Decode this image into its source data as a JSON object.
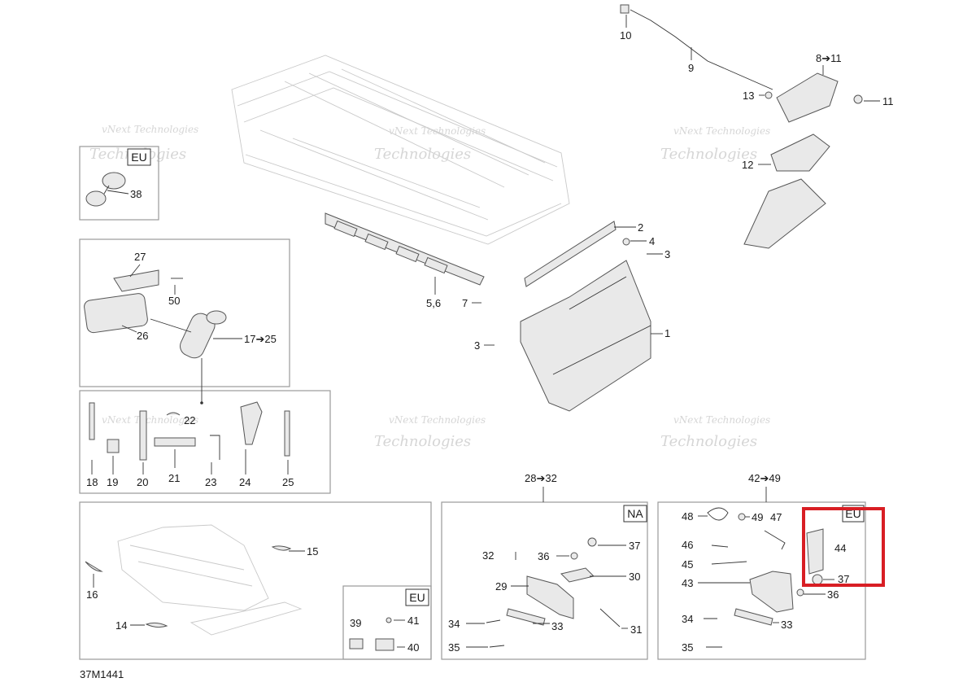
{
  "diagram_id": "37M1441",
  "watermark": {
    "line1": "vNext Technologies",
    "line2": "Technologies"
  },
  "region_tags": {
    "eu_a": "EU",
    "eu_b": "EU",
    "eu_c": "EU",
    "na": "NA"
  },
  "callouts": {
    "c1": "1",
    "c2": "2",
    "c3a": "3",
    "c3b": "3",
    "c4": "4",
    "c56": "5,6",
    "c7": "7",
    "c8_11": "8➔11",
    "c9": "9",
    "c10": "10",
    "c11": "11",
    "c12": "12",
    "c13": "13",
    "c14": "14",
    "c15": "15",
    "c16": "16",
    "c17_25": "17➔25",
    "c18": "18",
    "c19": "19",
    "c20": "20",
    "c21": "21",
    "c22": "22",
    "c23": "23",
    "c24": "24",
    "c25": "25",
    "c26": "26",
    "c27": "27",
    "c28_32": "28➔32",
    "c29": "29",
    "c30": "30",
    "c31": "31",
    "c32": "32",
    "c33a": "33",
    "c33b": "33",
    "c34a": "34",
    "c34b": "34",
    "c35a": "35",
    "c35b": "35",
    "c36a": "36",
    "c36b": "36",
    "c37a": "37",
    "c37b": "37",
    "c38": "38",
    "c39": "39",
    "c40": "40",
    "c41": "41",
    "c42_49": "42➔49",
    "c43": "43",
    "c44": "44",
    "c45": "45",
    "c46": "46",
    "c47": "47",
    "c48": "48",
    "c49": "49",
    "c50": "50"
  },
  "colors": {
    "highlight": "#d81e24",
    "panel_border": "#9a9a9a",
    "ghost_lines": "#c9c9c9"
  }
}
